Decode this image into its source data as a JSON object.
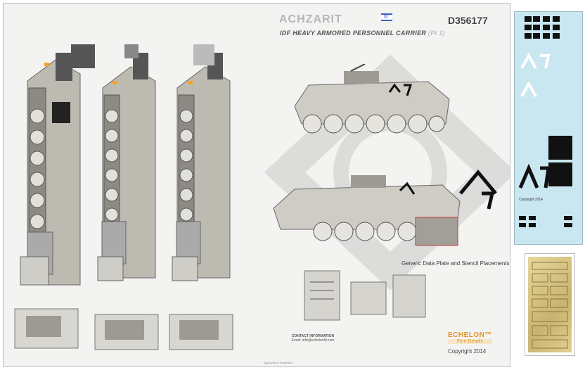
{
  "header": {
    "brand": "ACHZARIT",
    "brand_sub": "",
    "product_code": "D356177",
    "title": "IDF HEAVY ARMORED PERSONNEL CARRIER",
    "title_suffix": "(Pt 1)"
  },
  "placement_section": {
    "title": "Generic Data Plate and Stencil Placements"
  },
  "contact": {
    "title": "CONTACT INFORMATION",
    "line1": "",
    "line2": "",
    "email": "Email: info@echelonfd.com",
    "approved": "Approved of Requester"
  },
  "logo": {
    "name": "ECHELON™",
    "sub": "Fine Details"
  },
  "copyright": "Copyright 2014",
  "decal_strip": {
    "copyright_text": "Copyright 2014"
  },
  "colors": {
    "sheet_bg": "#f3f3f1",
    "decal_strip_bg": "#c9e7f0",
    "accent_orange": "#f0a330",
    "logo_orange": "#e0952a",
    "vehicle_gray": "#bdbab2"
  },
  "icons": {
    "flag": "israel-flag-icon",
    "watermark": "echelon-watermark-icon"
  }
}
